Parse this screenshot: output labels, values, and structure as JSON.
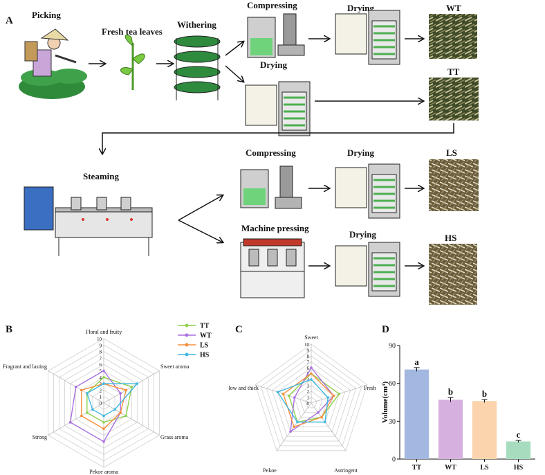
{
  "panel_a": {
    "letter": "A",
    "steps": {
      "picking": "Picking",
      "fresh": "Fresh tea leaves",
      "withering": "Withering",
      "compressing1": "Compressing",
      "drying_top": "Drying",
      "drying_mid": "Drying",
      "compressing2": "Compressing",
      "drying_ls": "Drying",
      "steaming": "Steaming",
      "machine_pressing": "Machine pressing",
      "drying_hs": "Drying"
    },
    "products": {
      "wt": "WT",
      "tt": "TT",
      "ls": "LS",
      "hs": "HS"
    }
  },
  "chart_data": [
    {
      "panel": "B",
      "type": "radar",
      "rmax": 10,
      "ticks": [
        "0",
        "1",
        "2",
        "3",
        "4",
        "5",
        "6",
        "7",
        "8",
        "9",
        "10"
      ],
      "axes": [
        "Floral and fruity",
        "Sweet aroma",
        "Grass aroma",
        "Pekoe aroma",
        "Strong",
        "Fragrant and lasting"
      ],
      "legend_position": "top-right",
      "series": [
        {
          "name": "TT",
          "color": "#8fd14f",
          "values": [
            4,
            5,
            4,
            3,
            3,
            3
          ]
        },
        {
          "name": "WT",
          "color": "#a86fe0",
          "values": [
            5,
            3,
            3,
            6,
            6,
            5
          ]
        },
        {
          "name": "LS",
          "color": "#f5903c",
          "values": [
            3,
            4,
            3,
            4,
            4,
            4
          ]
        },
        {
          "name": "HS",
          "color": "#3fb8e0",
          "values": [
            3,
            6,
            2,
            2,
            2,
            3
          ]
        }
      ]
    },
    {
      "panel": "C",
      "type": "radar",
      "rmax": 10,
      "ticks": [
        "0",
        "1",
        "2",
        "3",
        "4",
        "5",
        "6",
        "7",
        "8",
        "9",
        "10"
      ],
      "axes": [
        "Sweet",
        "Fresh",
        "Astringent",
        "Pekoe",
        "Mellow and thick"
      ],
      "series": [
        {
          "name": "TT",
          "color": "#8fd14f",
          "values": [
            5,
            5,
            3,
            4,
            4
          ]
        },
        {
          "name": "WT",
          "color": "#a86fe0",
          "values": [
            6,
            4,
            2,
            6,
            3
          ]
        },
        {
          "name": "LS",
          "color": "#f5903c",
          "values": [
            5,
            4,
            3,
            5,
            5
          ]
        },
        {
          "name": "HS",
          "color": "#3fb8e0",
          "values": [
            4,
            3,
            4,
            4,
            6
          ]
        }
      ]
    },
    {
      "panel": "D",
      "type": "bar",
      "categories": [
        "TT",
        "WT",
        "LS",
        "HS"
      ],
      "values": [
        71,
        47,
        46,
        14
      ],
      "errors": [
        1.5,
        1.8,
        1.2,
        0.8
      ],
      "labels": [
        "a",
        "b",
        "b",
        "c"
      ],
      "colors": [
        "#a3b8e0",
        "#d6b1df",
        "#fbd4ad",
        "#a8dcbf"
      ],
      "ylabel": "Volume(cm³)",
      "ylim": [
        0,
        90
      ],
      "yticks": [
        "0",
        "30",
        "60",
        "90"
      ]
    }
  ]
}
